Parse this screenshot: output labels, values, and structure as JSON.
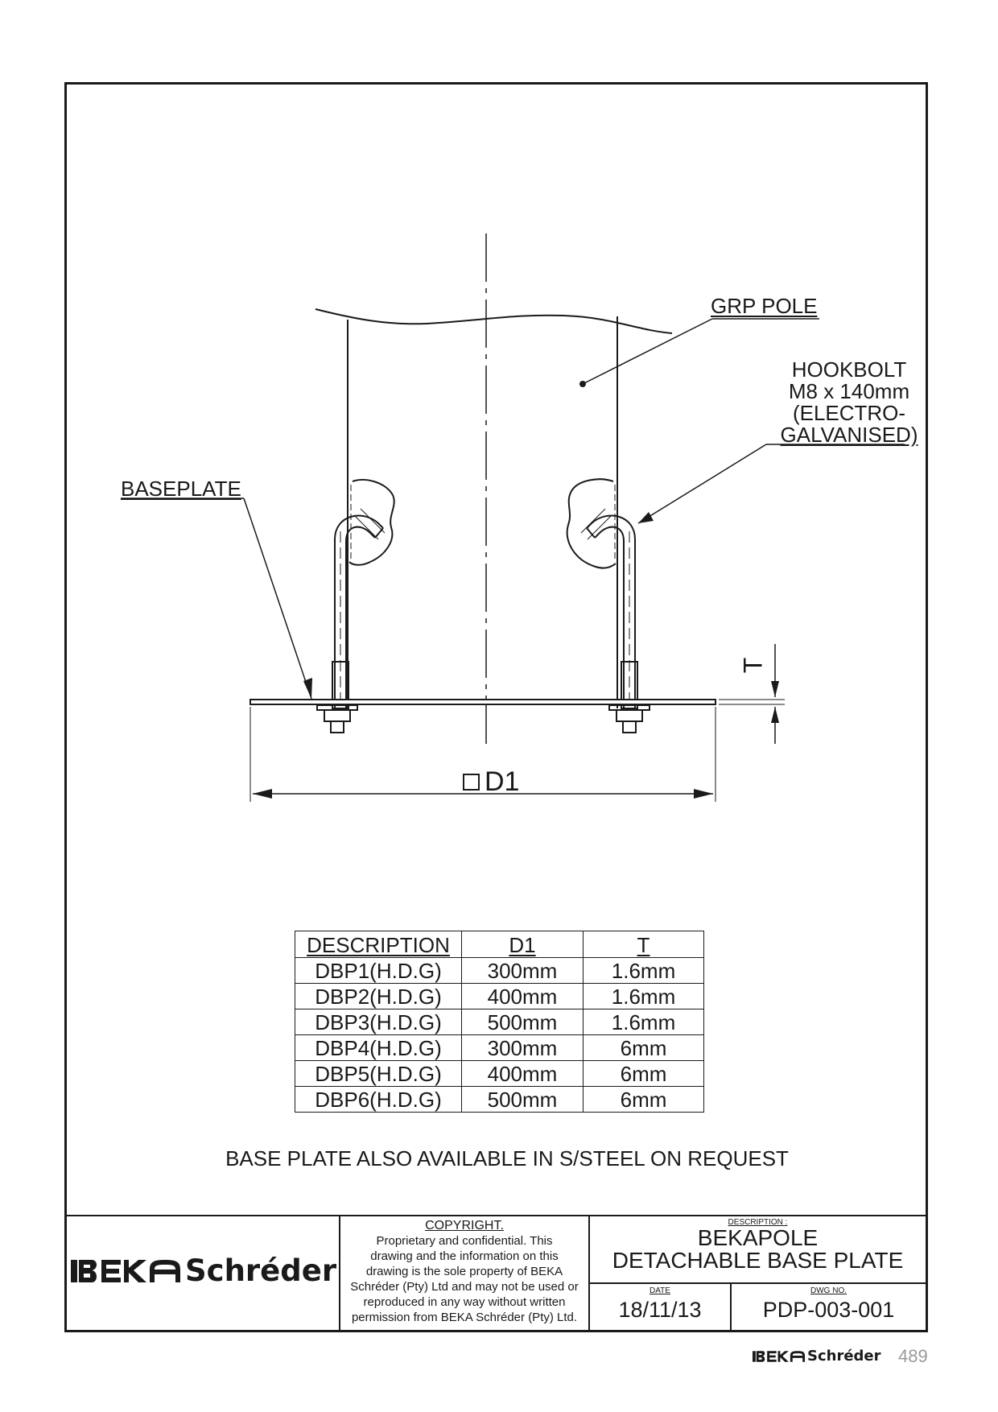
{
  "labels": {
    "grp_pole": "GRP POLE",
    "hookbolt": [
      "HOOKBOLT",
      "M8 x 140mm",
      "(ELECTRO-",
      "GALVANISED)"
    ],
    "baseplate": "BASEPLATE",
    "d1": "D1",
    "t": "T"
  },
  "spec_table": {
    "headers": [
      "DESCRIPTION",
      "D1",
      "T"
    ],
    "rows": [
      [
        "DBP1(H.D.G)",
        "300mm",
        "1.6mm"
      ],
      [
        "DBP2(H.D.G)",
        "400mm",
        "1.6mm"
      ],
      [
        "DBP3(H.D.G)",
        "500mm",
        "1.6mm"
      ],
      [
        "DBP4(H.D.G)",
        "300mm",
        "6mm"
      ],
      [
        "DBP5(H.D.G)",
        "400mm",
        "6mm"
      ],
      [
        "DBP6(H.D.G)",
        "500mm",
        "6mm"
      ]
    ]
  },
  "note": "BASE PLATE ALSO AVAILABLE IN S/STEEL ON REQUEST",
  "title_block": {
    "copyright_heading": "COPYRIGHT.",
    "copyright_lines": [
      "Proprietary and confidential. This",
      "drawing and the information on this",
      "drawing is the sole property of BEKA",
      "Schréder (Pty) Ltd and may not be used or",
      "reproduced in any way without written",
      "permission from BEKA Schréder (Pty) Ltd."
    ],
    "description_label": "DESCRIPTION :",
    "description_line1": "BEKAPOLE",
    "description_line2": "DETACHABLE BASE PLATE",
    "date_label": "DATE",
    "date": "18/11/13",
    "dwg_label": "DWG NO.",
    "dwg_no": "PDP-003-001"
  },
  "brand": {
    "beka": "BEKA",
    "name": "Schréder"
  },
  "page_number": "489"
}
